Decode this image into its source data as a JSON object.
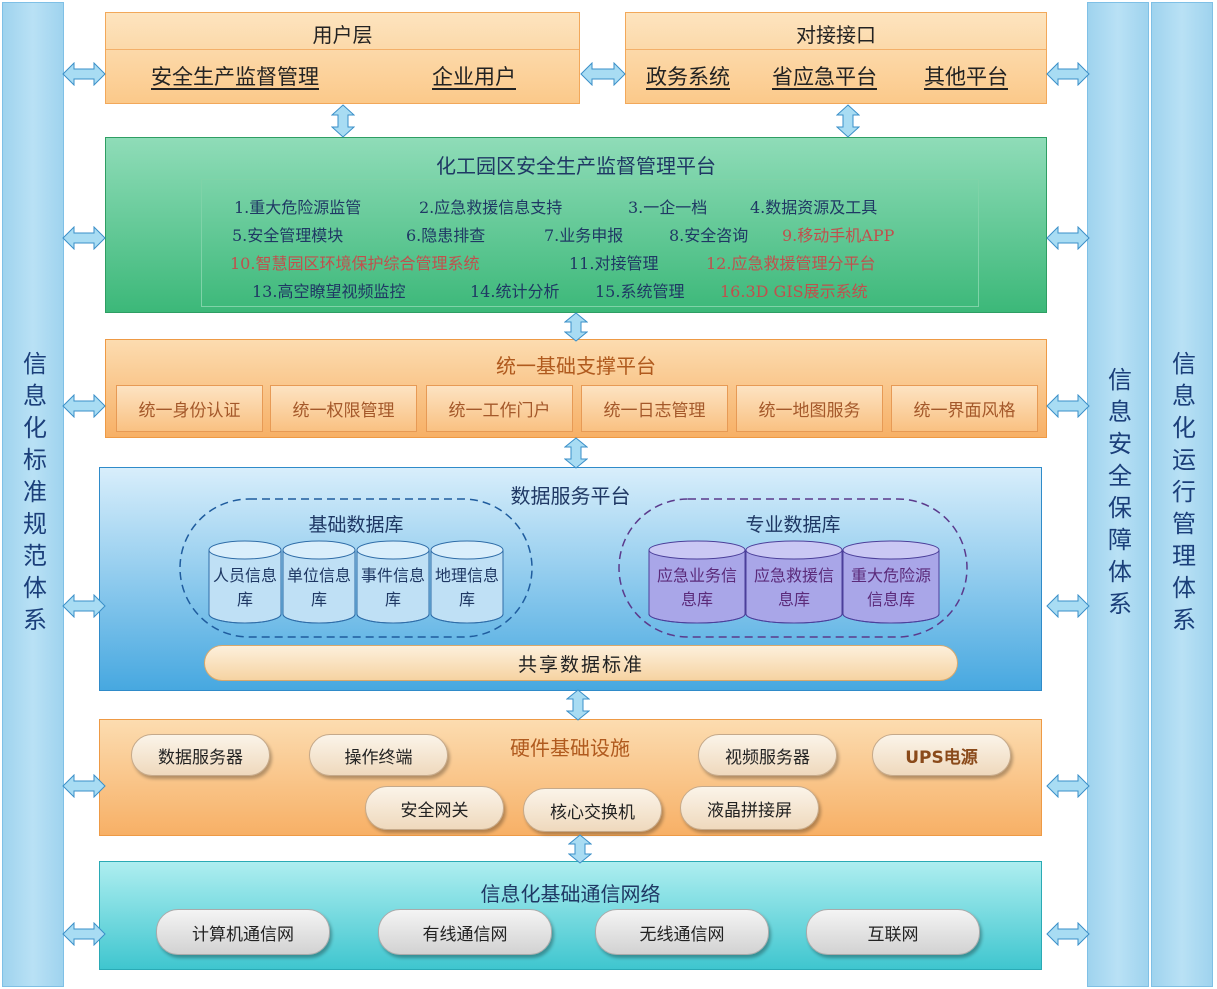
{
  "left_bar": {
    "label": "信息化标准规范体系"
  },
  "right_bar_1": {
    "label": "信息安全保障体系"
  },
  "right_bar_2": {
    "label": "信息化运行管理体系"
  },
  "user_layer": {
    "title": "用户层",
    "items": [
      "安全生产监督管理",
      "企业用户"
    ]
  },
  "interface_layer": {
    "title": "对接接口",
    "items": [
      "政务系统",
      "省应急平台",
      "其他平台"
    ]
  },
  "platform": {
    "title": "化工园区安全生产监督管理平台",
    "modules": [
      [
        "1.重大危险源监管",
        "2.应急救援信息支持",
        "3.一企一档",
        "4.数据资源及工具"
      ],
      [
        "5.安全管理模块",
        "6.隐患排查",
        "7.业务申报",
        "8.安全咨询",
        "9.移动手机APP"
      ],
      [
        "10.智慧园区环境保护综合管理系统",
        "11.对接管理",
        "12.应急救援管理分平台"
      ],
      [
        "13.高空瞭望视频监控",
        "14.统计分析",
        "15.系统管理",
        "16.3D GIS展示系统"
      ]
    ],
    "highlight_color": "#c0504d",
    "normal_color": "#1f3864"
  },
  "support": {
    "title": "统一基础支撑平台",
    "items": [
      "统一身份认证",
      "统一权限管理",
      "统一工作门户",
      "统一日志管理",
      "统一地图服务",
      "统一界面风格"
    ]
  },
  "data_service": {
    "title": "数据服务平台",
    "basic_db": {
      "title": "基础数据库",
      "items": [
        "人员信息库",
        "单位信息库",
        "事件信息库",
        "地理信息库"
      ]
    },
    "special_db": {
      "title": "专业数据库",
      "items": [
        "应急业务信息库",
        "应急救援信息库",
        "重大危险源信息库"
      ]
    },
    "standard": "共享数据标准"
  },
  "hardware": {
    "title": "硬件基础设施",
    "items": [
      "数据服务器",
      "操作终端",
      "视频服务器",
      "UPS电源",
      "安全网关",
      "核心交换机",
      "液晶拼接屏"
    ]
  },
  "network": {
    "title": "信息化基础通信网络",
    "items": [
      "计算机通信网",
      "有线通信网",
      "无线通信网",
      "互联网"
    ]
  }
}
